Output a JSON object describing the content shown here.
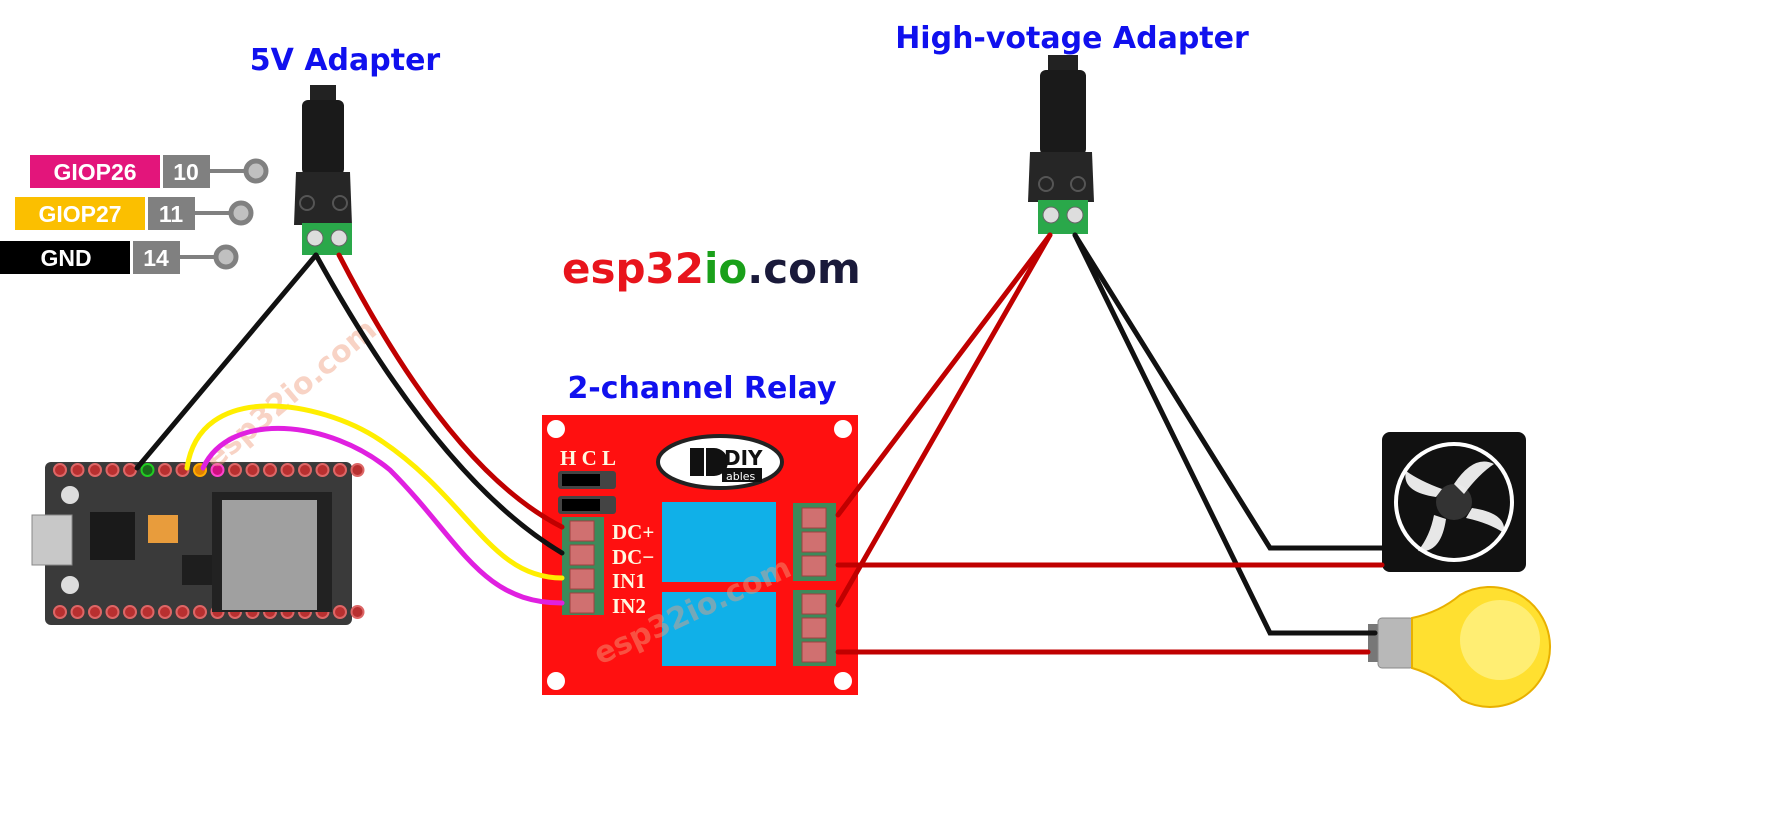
{
  "titles": {
    "adapter_5v": "5V Adapter",
    "adapter_hv": "High-votage Adapter",
    "relay": "2-channel Relay"
  },
  "brand": {
    "part1": "esp32",
    "part2": "io",
    "part3": ".com",
    "colors": [
      "#e8141c",
      "#1aa01a",
      "#1a1a3a"
    ]
  },
  "watermark": "esp32io.com",
  "pins": [
    {
      "name": "GIOP26",
      "number": "10",
      "color": "#e3157b"
    },
    {
      "name": "GIOP27",
      "number": "11",
      "color": "#fbbf00"
    },
    {
      "name": "GND",
      "number": "14",
      "color": "#000000"
    }
  ],
  "relay": {
    "jumper_labels": "H C L",
    "inputs": [
      "DC+",
      "DC−",
      "IN1",
      "IN2"
    ],
    "logo": {
      "top": "DIY",
      "bottom": "ables"
    }
  },
  "colors": {
    "title": "#1010ee",
    "relay_board": "#ff1010",
    "relay_coil": "#10b0e8",
    "wire_red": "#c00000",
    "wire_black": "#111111",
    "wire_yellow": "#ffee00",
    "wire_magenta": "#e020e0"
  }
}
